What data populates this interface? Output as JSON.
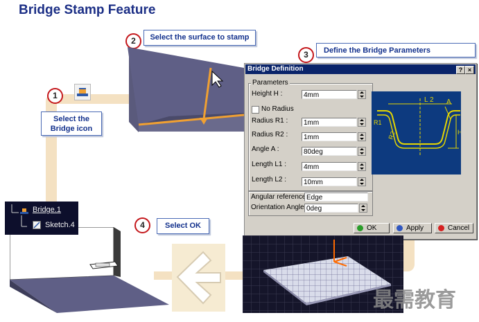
{
  "page": {
    "title": "Bridge Stamp Feature"
  },
  "steps": [
    {
      "number": "1",
      "label": "Select the\nBridge icon"
    },
    {
      "number": "2",
      "label": "Select the surface to stamp"
    },
    {
      "number": "3",
      "label": "Define the Bridge Parameters"
    },
    {
      "number": "4",
      "label": "Select OK"
    }
  ],
  "tree": {
    "items": [
      {
        "label": "Bridge.1",
        "icon": "bridge-feature-icon"
      },
      {
        "label": "Sketch.4",
        "icon": "sketch-icon"
      }
    ]
  },
  "dialog": {
    "title": "Bridge Definition",
    "help_label": "?",
    "close_label": "×",
    "group_label": "Parameters",
    "fields": {
      "height_h": {
        "label": "Height H :",
        "value": "4mm"
      },
      "no_radius": {
        "label": "No Radius",
        "checked": false
      },
      "radius_r1": {
        "label": "Radius R1 :",
        "value": "1mm"
      },
      "radius_r2": {
        "label": "Radius R2 :",
        "value": "1mm"
      },
      "angle_a": {
        "label": "Angle A :",
        "value": "80deg"
      },
      "length_l1": {
        "label": "Length L1 :",
        "value": "4mm"
      },
      "length_l2": {
        "label": "Length L2 :",
        "value": "10mm"
      },
      "angular_reference": {
        "label": "Angular reference :",
        "value": "Edge"
      },
      "orientation_angle": {
        "label": "Orientation Angle :",
        "value": "0deg"
      }
    },
    "diagram_labels": {
      "l2": "L 2",
      "a": "A",
      "r1": "R1",
      "r2": "R2",
      "h": "H"
    },
    "buttons": {
      "ok": "OK",
      "apply": "Apply",
      "cancel": "Cancel"
    }
  },
  "watermark": "最需教育",
  "colors": {
    "title": "#1c2f86",
    "callout_text": "#12308c",
    "circle_border": "#c4171b",
    "path": "#f4e1c2",
    "dialog_bg": "#d4d0c8",
    "dialog_titlebar": "#0a246a",
    "preview_bg": "#0d3a7f",
    "preview_lines": "#e6d700",
    "surface": "#5f5f86",
    "selection": "#f0a032",
    "ok_green": "#2a9d2a",
    "apply_blue": "#2f56c0",
    "cancel_red": "#d52020"
  }
}
